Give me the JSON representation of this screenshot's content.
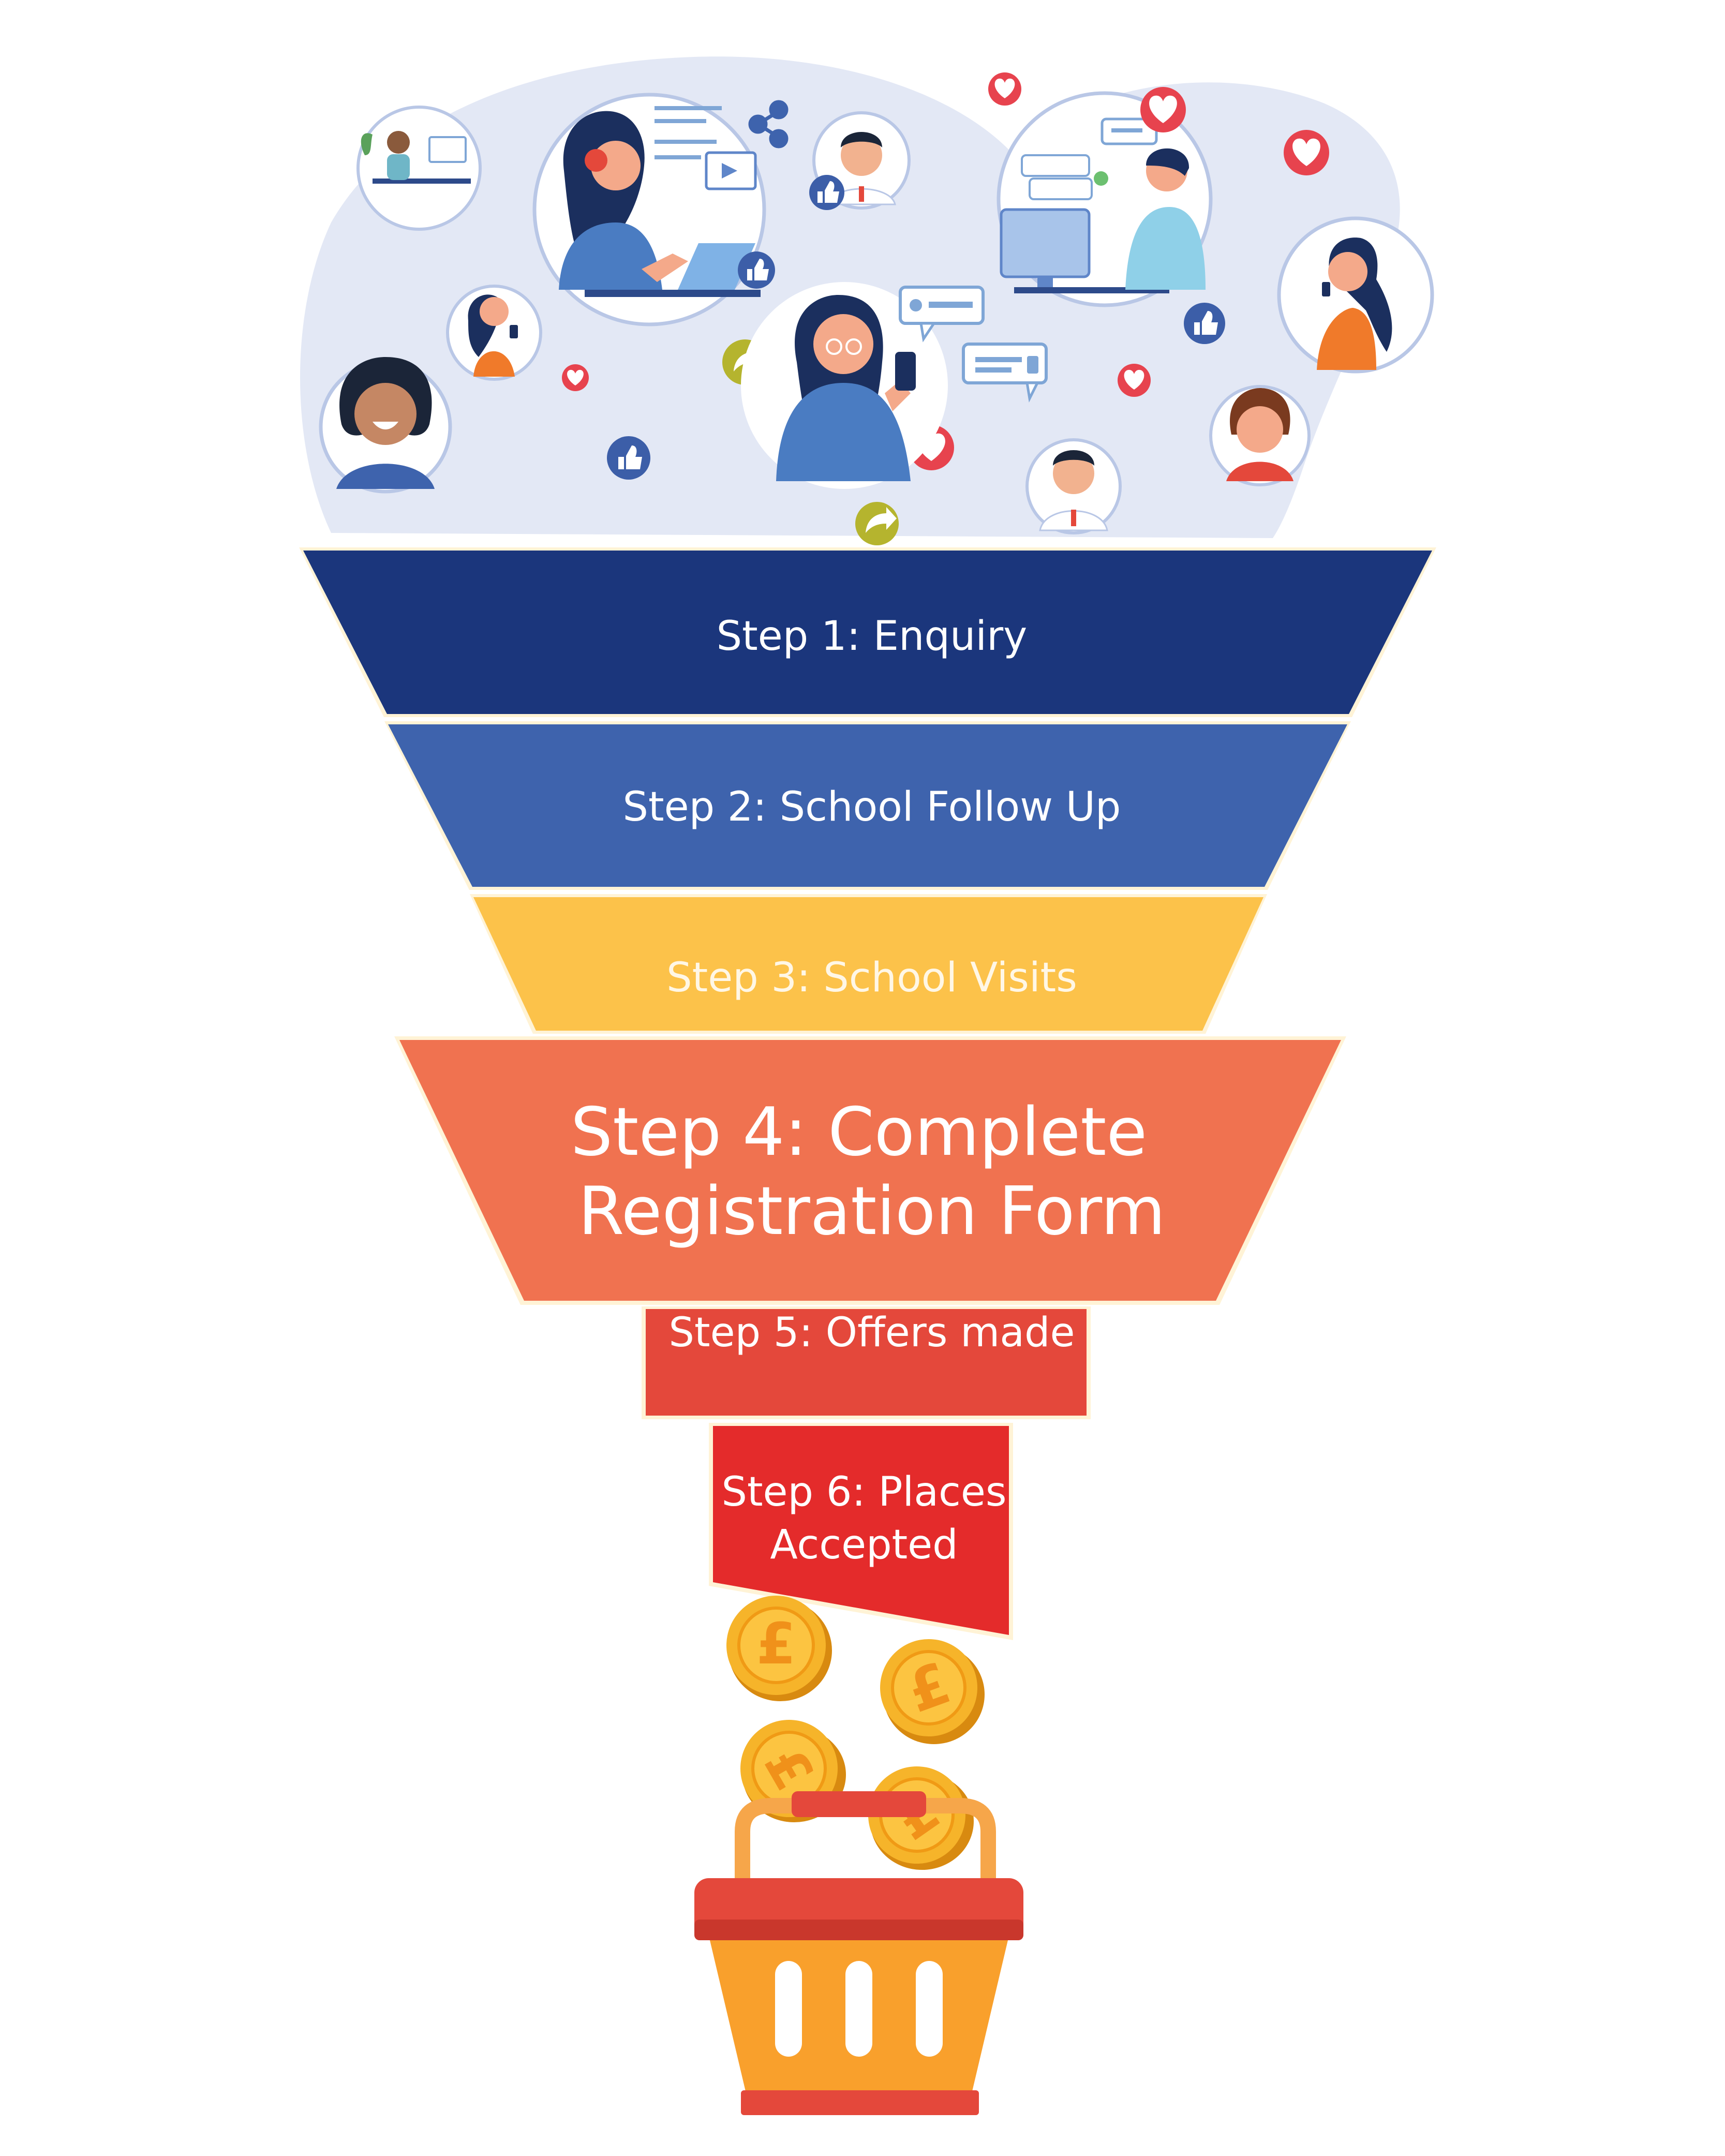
{
  "funnel": {
    "steps": [
      {
        "label": "Step 1: Enquiry",
        "color": "#1b367c"
      },
      {
        "label": "Step 2: School Follow Up",
        "color": "#3e63ad"
      },
      {
        "label": "Step 3: School Visits",
        "color": "#fcc24a"
      },
      {
        "label_line1": "Step 4: Complete",
        "label_line2": "Registration Form",
        "color": "#f07250"
      },
      {
        "label": "Step 5: Offers made",
        "color": "#e4483b"
      },
      {
        "label_line1": "Step 6: Places",
        "label_line2": "Accepted",
        "color": "#e42b2b"
      }
    ]
  },
  "colors": {
    "cloud": "#e3e8f5",
    "coin": "#f6b42a",
    "basket_rim": "#e4483b",
    "basket_body": "#f9a02c",
    "like": "#3c5ea8",
    "heart": "#e7434e",
    "share": "#b5b42e"
  },
  "icons": [
    "like-icon",
    "heart-icon",
    "share-icon",
    "chat-bubble-icon",
    "pound-coin-icon",
    "shopping-basket-icon"
  ]
}
